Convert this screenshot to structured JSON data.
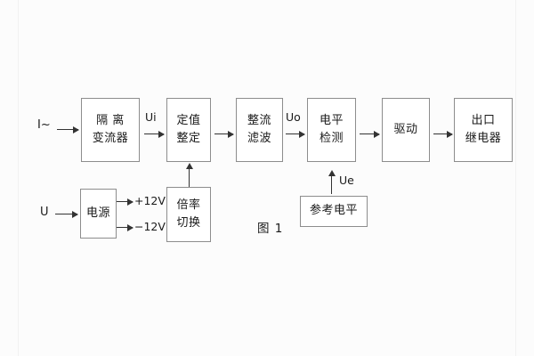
{
  "figure": {
    "caption": "图 1",
    "background_color": "#fcfcfc",
    "box_border_color": "#8d8d8d",
    "line_color": "#333333"
  },
  "inputs": {
    "current": "I~",
    "voltage": "U"
  },
  "signals": {
    "ui": "Ui",
    "uo": "Uo",
    "ue": "Ue"
  },
  "rails": {
    "positive": "+12V",
    "negative": "−12V"
  },
  "blocks": {
    "isolation_ct": {
      "line1": "隔 离",
      "line2": "变流器"
    },
    "setting": {
      "line1": "定值",
      "line2": "整定"
    },
    "rectifier_filter": {
      "line1": "整流",
      "line2": "滤波"
    },
    "level_detect": {
      "line1": "电平",
      "line2": "检测"
    },
    "driver": {
      "line1": "驱动",
      "line2": ""
    },
    "output_relay": {
      "line1": "出口",
      "line2": "继电器"
    },
    "power_supply": {
      "line1": "电源",
      "line2": ""
    },
    "ratio_switch": {
      "line1": "倍率",
      "line2": "切换"
    },
    "reference_level": {
      "line1": "参考电平",
      "line2": ""
    }
  }
}
